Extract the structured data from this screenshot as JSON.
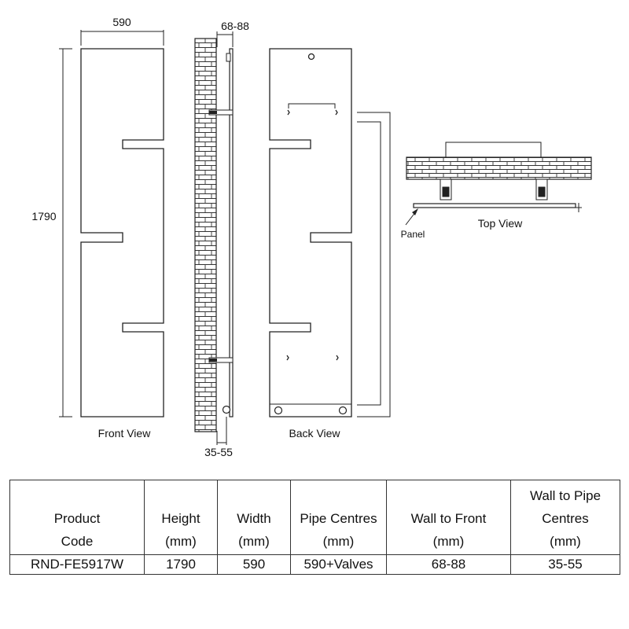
{
  "drawing": {
    "dims": {
      "width": "590",
      "height": "1790",
      "wall_to_front": "68-88",
      "wall_to_pipe": "35-55"
    },
    "labels": {
      "front_view": "Front View",
      "back_view": "Back View",
      "top_view": "Top View",
      "panel": "Panel"
    }
  },
  "table": {
    "headers": [
      [
        "Product",
        "Code"
      ],
      [
        "Height",
        "(mm)"
      ],
      [
        "Width",
        "(mm)"
      ],
      [
        "Pipe Centres",
        "(mm)"
      ],
      [
        "Wall to Front",
        "(mm)"
      ],
      [
        "Wall to Pipe",
        "Centres",
        "(mm)"
      ]
    ],
    "row": [
      "RND-FE5917W",
      "1790",
      "590",
      "590+Valves",
      "68-88",
      "35-55"
    ]
  }
}
